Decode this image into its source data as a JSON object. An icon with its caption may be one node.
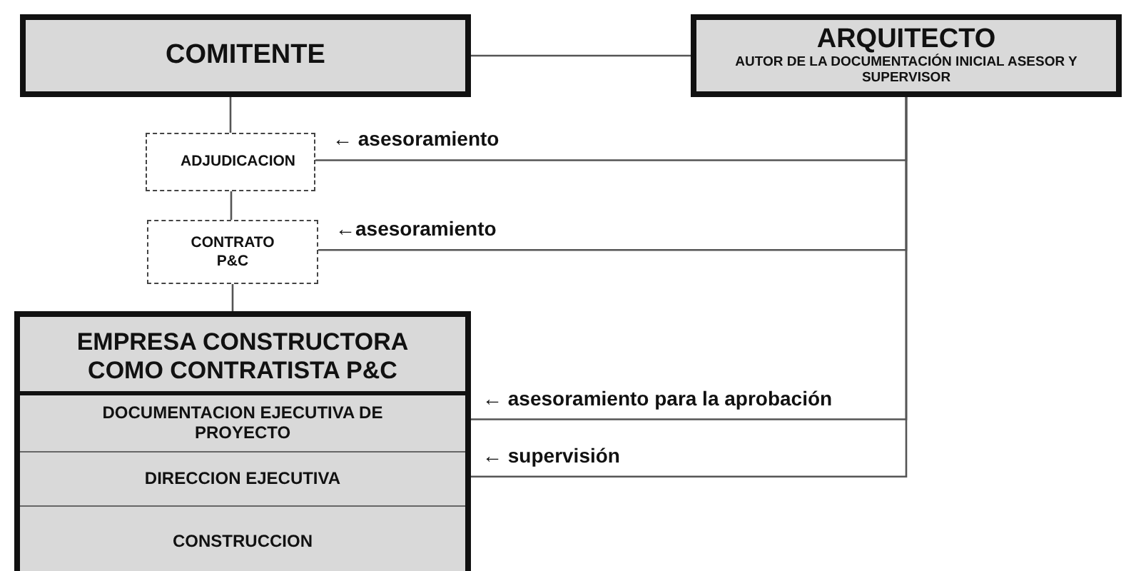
{
  "diagram": {
    "nodes": [
      {
        "text": [
          "COMITENTE"
        ]
      },
      {
        "text": [
          "ARQUITECTO",
          "AUTOR DE LA DOCUMENTACIÓN INICIAL ASESOR Y SUPERVISOR"
        ]
      },
      {
        "text": [
          "ADJUDICACION"
        ]
      },
      {
        "text": [
          "CONTRATO P&C"
        ]
      },
      {
        "text": [
          "EMPRESA CONSTRUCTORA COMO CONTRATISTA P&C"
        ]
      },
      {
        "text": [
          "DOCUMENTACION EJECUTIVA DE PROYECTO"
        ],
        "in": 4
      },
      {
        "text": [
          "DIRECCION EJECUTIVA"
        ],
        "in": 4
      },
      {
        "text": [
          "CONSTRUCCION"
        ],
        "in": 4
      }
    ],
    "edges": [
      {
        "from": 0,
        "to": 1,
        "arrow": "none"
      },
      {
        "from": 0,
        "to": 2,
        "arrow": "none"
      },
      {
        "from": 2,
        "to": 3,
        "arrow": "none"
      },
      {
        "from": 3,
        "to": 4,
        "arrow": "none"
      },
      {
        "from": 1,
        "to": 2,
        "arrow": "none",
        "label": "← asesoramiento"
      },
      {
        "from": 1,
        "to": 3,
        "arrow": "none",
        "label": "←asesoramiento"
      },
      {
        "from": 1,
        "to": 5,
        "arrow": "none",
        "label": "← asesoramiento para la aprobación"
      },
      {
        "from": 1,
        "to": 6,
        "arrow": "none",
        "label": "← supervisión"
      }
    ]
  }
}
